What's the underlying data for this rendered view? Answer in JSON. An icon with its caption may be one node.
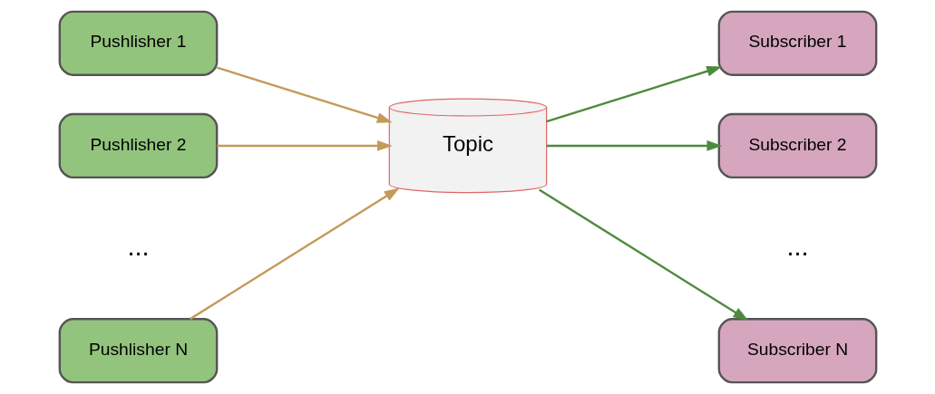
{
  "diagram": {
    "nodes": [
      {
        "text": [
          "Pushlisher 1"
        ]
      },
      {
        "text": [
          "Pushlisher 2"
        ]
      },
      {
        "text": [
          "Pushlisher N"
        ]
      },
      {
        "text": [
          "Topic"
        ]
      },
      {
        "text": [
          "Subscriber 1"
        ]
      },
      {
        "text": [
          "Subscriber 2"
        ]
      },
      {
        "text": [
          "Subscriber N"
        ]
      }
    ],
    "edges": [
      {
        "from": 0,
        "to": 3,
        "arrow": "to",
        "color": "#c49a5a"
      },
      {
        "from": 1,
        "to": 3,
        "arrow": "to",
        "color": "#c49a5a"
      },
      {
        "from": 2,
        "to": 3,
        "arrow": "to",
        "color": "#c49a5a"
      },
      {
        "from": 3,
        "to": 4,
        "arrow": "to",
        "color": "#4e8a3e"
      },
      {
        "from": 3,
        "to": 5,
        "arrow": "to",
        "color": "#4e8a3e"
      },
      {
        "from": 3,
        "to": 6,
        "arrow": "to",
        "color": "#4e8a3e"
      }
    ],
    "labels": [
      "...",
      "..."
    ]
  }
}
